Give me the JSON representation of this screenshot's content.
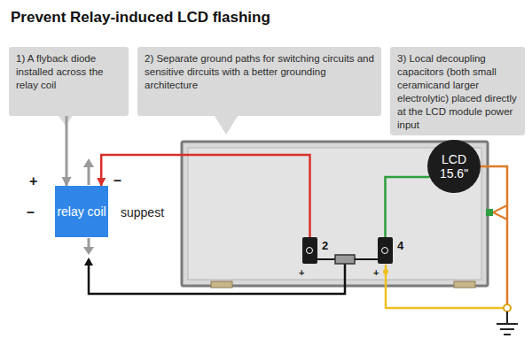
{
  "diagram": {
    "title": "Prevent Relay-induced LCD flashing",
    "nodes": [
      {
        "text": [
          "1) A flyback diode installed across the relay coil"
        ]
      },
      {
        "text": [
          "2) Separate ground paths for switching circuits and sensitive dircuits with a better grounding architecture"
        ]
      },
      {
        "text": [
          "3) Local decoupling capacitors (both small ceramicand larger electrolytic) placed directly at the LCD module power input"
        ]
      },
      {
        "text": [
          "relay coil"
        ]
      },
      {
        "text": [
          "LCD 15.6\""
        ]
      },
      {
        "text": [
          "2"
        ]
      },
      {
        "text": [
          "4"
        ]
      }
    ],
    "edges": [
      {
        "from": 0,
        "to": 3,
        "arrow": "to"
      },
      {
        "from": 5,
        "to": 3,
        "arrow": "to"
      },
      {
        "from": 4,
        "to": 6,
        "arrow": "none"
      }
    ],
    "labels": [
      "+",
      "–",
      "–",
      "suppest",
      "+",
      "+"
    ]
  }
}
